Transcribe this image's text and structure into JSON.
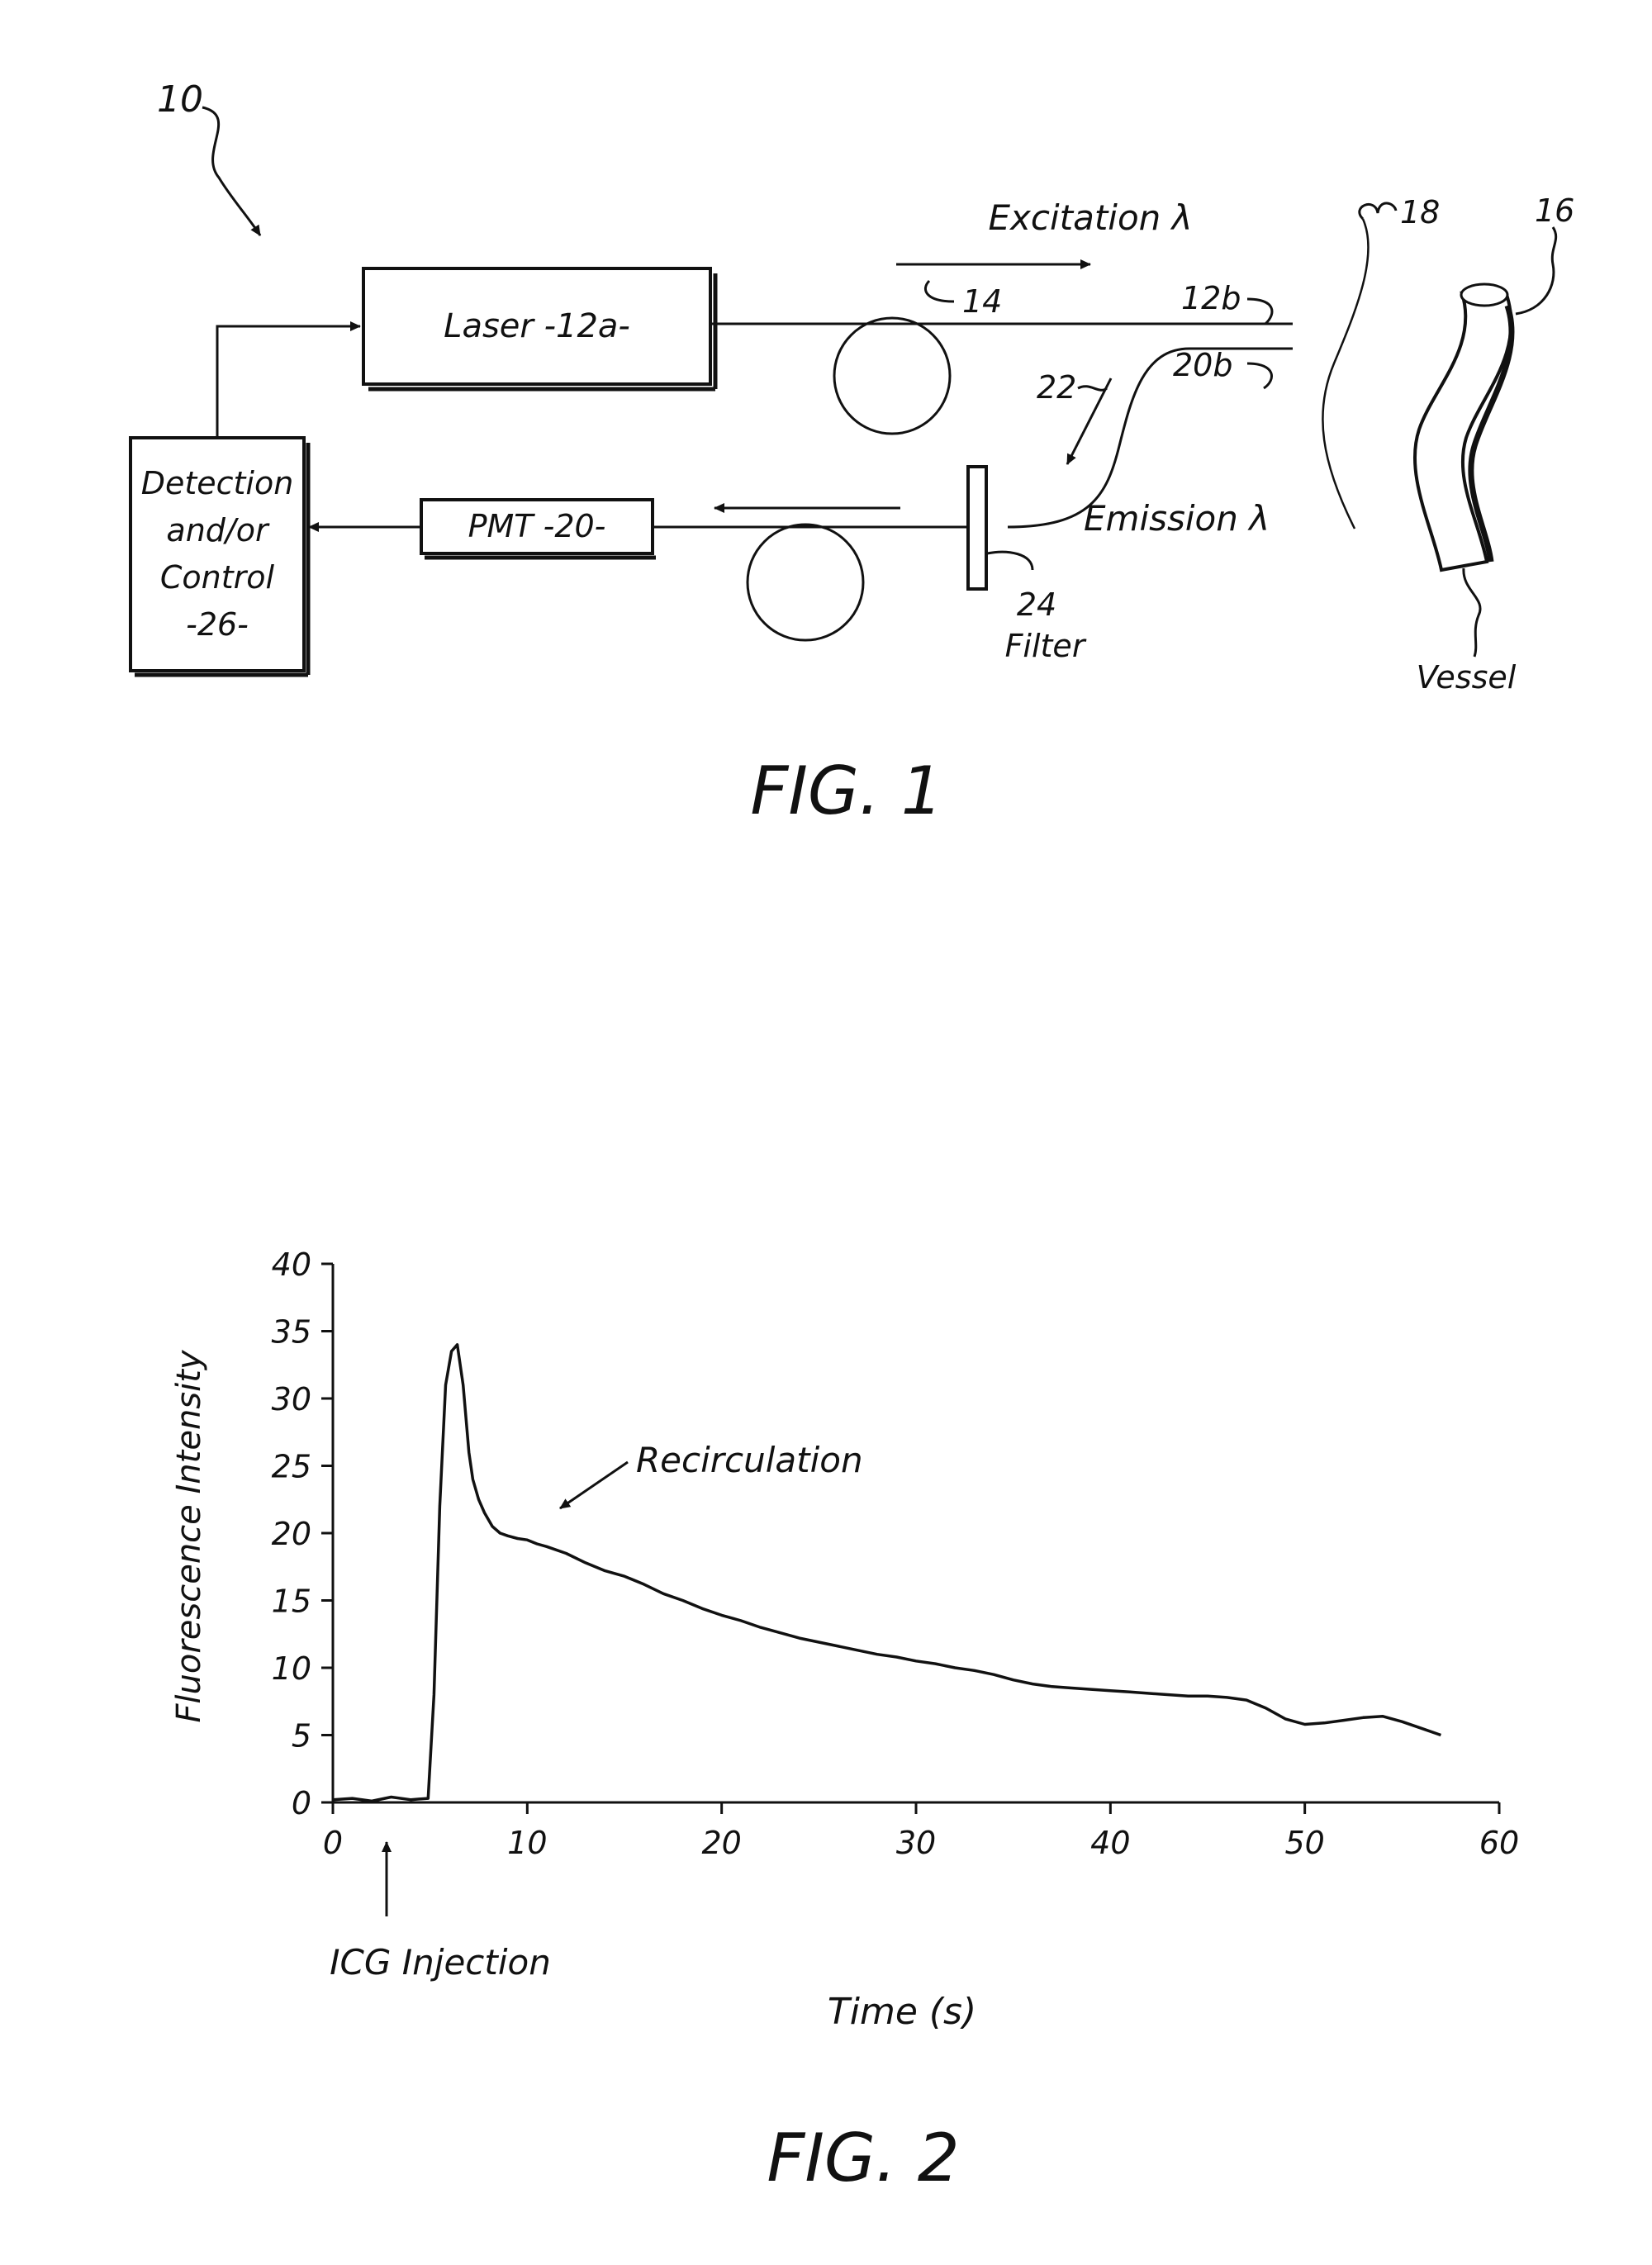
{
  "fig1": {
    "caption": "FIG. 1",
    "ref_system": "10",
    "laser": "Laser -12a-",
    "pmt": "PMT -20-",
    "detection_lines": [
      "Detection",
      "and/or",
      "Control",
      "-26-"
    ],
    "excitation": "Excitation λ",
    "ref_14": "14",
    "ref_12b": "12b",
    "ref_22": "22",
    "ref_20b": "20b",
    "emission": "Emission λ",
    "ref_24": "24",
    "filter": "Filter",
    "ref_18": "18",
    "ref_16": "16",
    "vessel": "Vessel"
  },
  "fig2": {
    "caption": "FIG. 2",
    "annotation_recirculation": "Recirculation",
    "annotation_injection": "ICG Injection"
  },
  "chart_data": {
    "type": "line",
    "title": "",
    "xlabel": "Time (s)",
    "ylabel": "Fluorescence Intensity",
    "xlim": [
      0,
      60
    ],
    "ylim": [
      0,
      40
    ],
    "xticks": [
      0,
      10,
      20,
      30,
      40,
      50,
      60
    ],
    "yticks": [
      0,
      5,
      10,
      15,
      20,
      25,
      30,
      35,
      40
    ],
    "grid": false,
    "series": [
      {
        "x": [
          0,
          1,
          2,
          3,
          4,
          4.9,
          5.2,
          5.5,
          5.8,
          6.1,
          6.4,
          6.7,
          7.0,
          7.2,
          7.5,
          7.8,
          8.2,
          8.6,
          9.0,
          9.5,
          10,
          10.5,
          11,
          12,
          13,
          14,
          15,
          16,
          17,
          18,
          19,
          20,
          21,
          22,
          23,
          24,
          25,
          26,
          27,
          28,
          29,
          30,
          31,
          32,
          33,
          34,
          35,
          36,
          37,
          38,
          39,
          40,
          41,
          42,
          43,
          44,
          45,
          46,
          47,
          48,
          49,
          50,
          51,
          52,
          53,
          54,
          55,
          56,
          57
        ],
        "y": [
          0.2,
          0.3,
          0.1,
          0.4,
          0.2,
          0.3,
          8,
          22,
          31,
          33.5,
          34,
          31,
          26,
          24,
          22.5,
          21.5,
          20.5,
          20,
          19.8,
          19.6,
          19.5,
          19.2,
          19,
          18.5,
          17.8,
          17.2,
          16.8,
          16.2,
          15.5,
          15,
          14.4,
          13.9,
          13.5,
          13,
          12.6,
          12.2,
          11.9,
          11.6,
          11.3,
          11,
          10.8,
          10.5,
          10.3,
          10,
          9.8,
          9.5,
          9.1,
          8.8,
          8.6,
          8.5,
          8.4,
          8.3,
          8.2,
          8.1,
          8.0,
          7.9,
          7.9,
          7.8,
          7.6,
          7.0,
          6.2,
          5.8,
          5.9,
          6.1,
          6.3,
          6.4,
          6.0,
          5.5,
          5.0
        ]
      }
    ]
  }
}
